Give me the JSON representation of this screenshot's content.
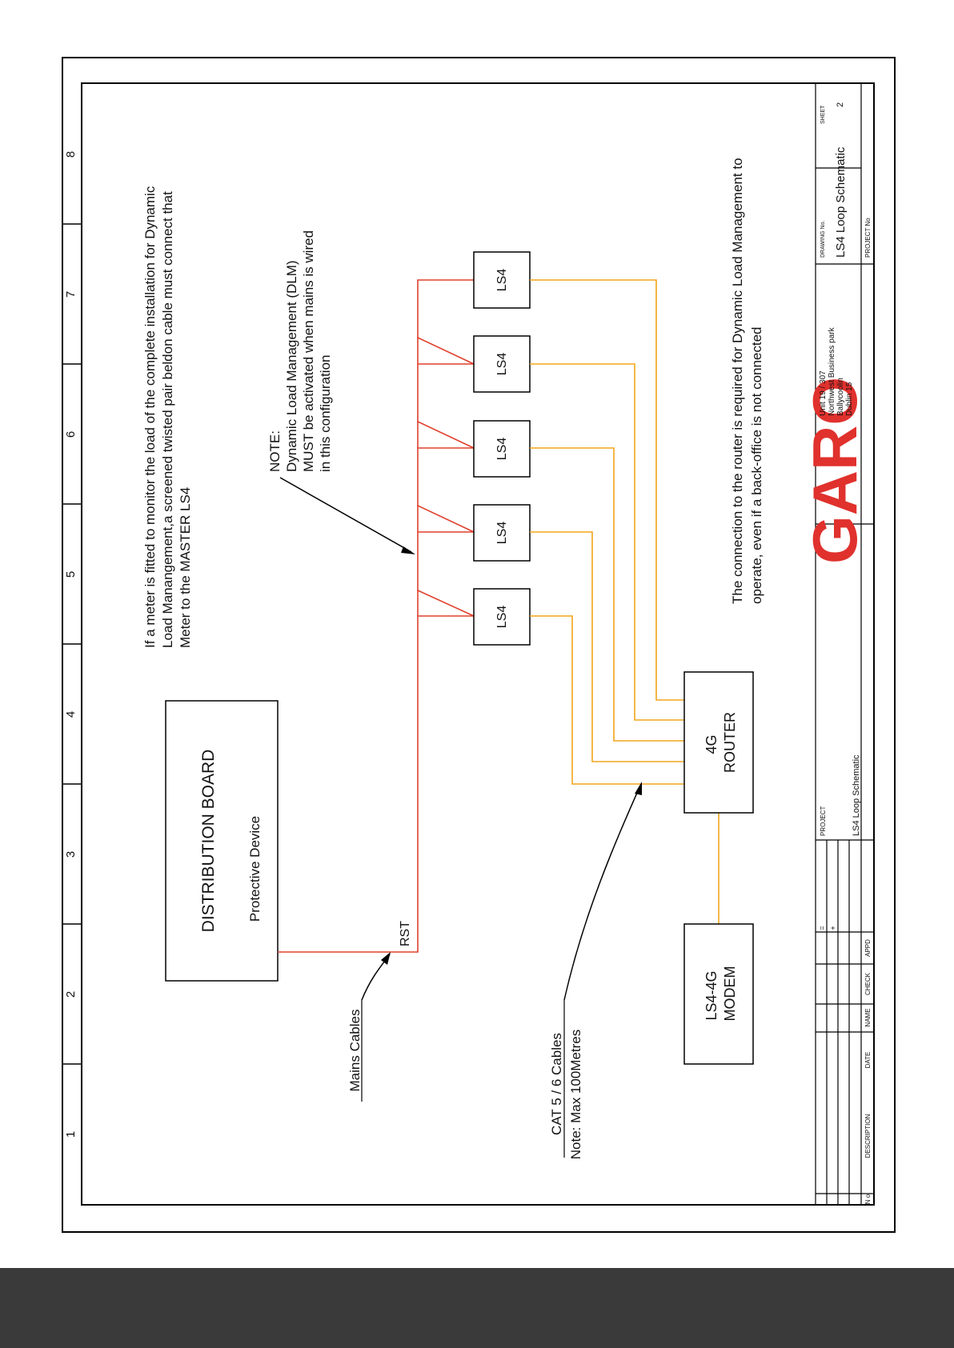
{
  "drawing": {
    "grid_numbers": [
      "1",
      "2",
      "3",
      "4",
      "5",
      "6",
      "7",
      "8"
    ],
    "distribution_board": {
      "title": "DISTRIBUTION BOARD",
      "subtitle": "Protective Device"
    },
    "rst_label": "RST",
    "mains_cables_label": "Mains Cables",
    "cat_cables_label": "CAT 5 / 6 Cables",
    "cat_cables_note": "Note: Max 100Metres",
    "modem_label": [
      "LS4-4G",
      "MODEM"
    ],
    "router_label": [
      "4G",
      "ROUTER"
    ],
    "ls4_units": [
      "LS4",
      "LS4",
      "LS4",
      "LS4",
      "LS4"
    ],
    "meter_note": [
      "If a meter is fitted to monitor the load of the complete installation for Dynamic",
      "Load Manangement,a screened twisted pair beldon cable must connect that",
      "Meter to the MASTER LS4"
    ],
    "dlm_note": [
      "NOTE:",
      "Dynamic Load Management (DLM)",
      "MUST be activated when mains is wired",
      "in this configuration"
    ],
    "router_note": [
      "The connection to the router is required for Dynamic Load Management to",
      "operate, even if a back-office is not connected"
    ],
    "colors": {
      "mains_wire": "#e0412d",
      "data_wire": "#f2a51c",
      "logo_red": "#e0312d"
    }
  },
  "title_block": {
    "rev_headers": {
      "no": "N o",
      "description": "DESCRIPTION",
      "date": "DATE",
      "name": "NAME",
      "check": "CHECK",
      "appd": "APPD"
    },
    "rev_marks": [
      "=",
      "+"
    ],
    "project_header": "PROJECT",
    "project_value": "LS4 Loop Schematic",
    "logo_text": "GARO",
    "address": [
      "Unit 19 / 307",
      "Northwest Business park",
      "Ballycoolin",
      "Dublin 15"
    ],
    "drawing_no_header": "DRAWING No.",
    "drawing_no_value": "LS4 Loop Schematic",
    "sheet_header": "SHEET",
    "sheet_value": "2",
    "project_no_header": "PROJECT No"
  }
}
